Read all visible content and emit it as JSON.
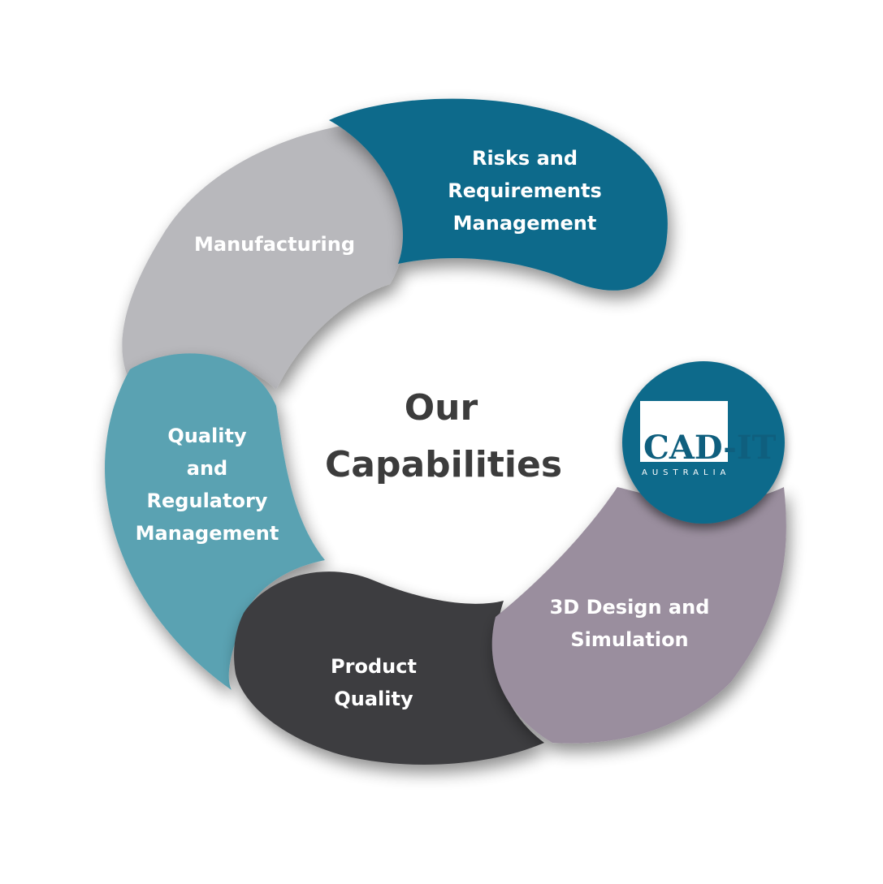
{
  "center": {
    "title_line1": "Our",
    "title_line2": "Capabilities"
  },
  "segments": [
    {
      "key": "risks",
      "lines": [
        "Risks and",
        "Requirements",
        "Management"
      ],
      "color": "#0e6b8b"
    },
    {
      "key": "manufacturing",
      "lines": [
        "Manufacturing"
      ],
      "color": "#b8b8bc"
    },
    {
      "key": "quality-regulatory",
      "lines": [
        "Quality",
        "and",
        "Regulatory",
        "Management"
      ],
      "color": "#5aa2b2"
    },
    {
      "key": "product-quality",
      "lines": [
        "Product",
        "Quality"
      ],
      "color": "#3e3e40"
    },
    {
      "key": "design-simulation",
      "lines": [
        "3D Design and",
        "Simulation"
      ],
      "color": "#9a8e9e"
    }
  ],
  "logo": {
    "main": "CAD-IT",
    "sub": "AUSTRALIA",
    "color": "#0e6b8b"
  }
}
